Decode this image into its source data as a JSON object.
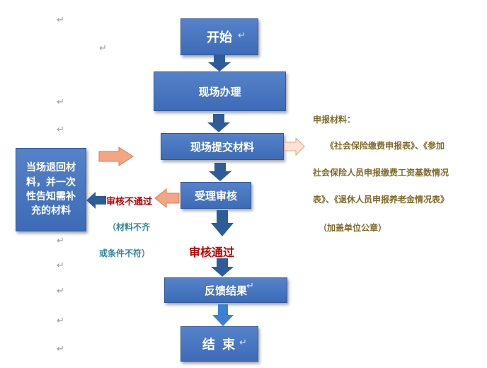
{
  "flow": {
    "start": "开始",
    "onsite_handling": "现场办理",
    "submit_materials": "现场提交材料",
    "review": "受理审核",
    "feedback": "反馈结果",
    "end": "结 束",
    "return_materials": "当场退回材料，并一次性告知需补充的材料"
  },
  "labels": {
    "review_fail": "审核不通过",
    "fail_reason_1": "（材料不齐",
    "fail_reason_2": "或条件不符）",
    "review_pass": "审核通过"
  },
  "materials_note": {
    "title": "申报材料：",
    "line1": "《社会保险缴费申报表》、《参加",
    "line2": "社会保险人员申报缴费工资基数情况",
    "line3": "表》、《退休人员申报养老金情况表》",
    "line4": "（加盖单位公章）"
  },
  "paragraph_mark": "↵",
  "colors": {
    "box_blue": "#4472c4",
    "arrow_dark_blue": "#2e5c99",
    "arrow_orange": "#f4a582",
    "fail_red": "#c00000",
    "reason_teal": "#31849b",
    "note_olive": "#7f6b2a"
  }
}
